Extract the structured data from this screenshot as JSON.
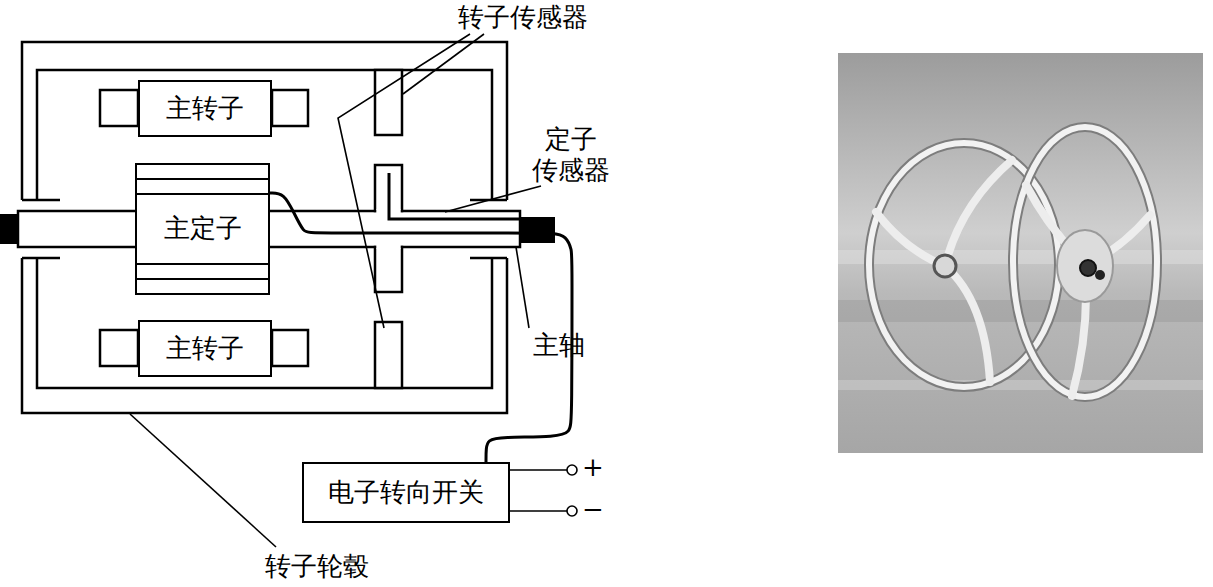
{
  "diagram": {
    "nodes": [
      {
        "text": [
          "主转子"
        ]
      },
      {
        "text": [
          "主定子"
        ]
      },
      {
        "text": [
          "主转子"
        ]
      },
      {
        "text": [
          "电子转向开关"
        ]
      }
    ],
    "edges": [
      {
        "from": 1,
        "to": 3,
        "arrow": "none"
      }
    ],
    "labels": [
      "转子传感器",
      "定子 传感器",
      "主轴",
      "转子轮毂",
      "+",
      "−"
    ]
  }
}
